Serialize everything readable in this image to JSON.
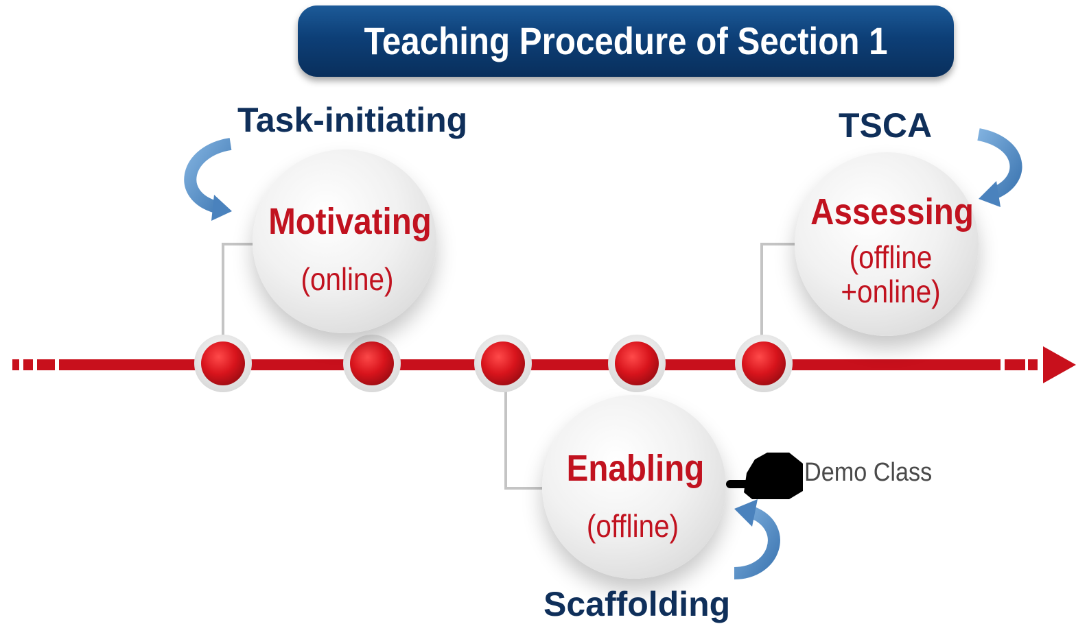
{
  "title": "Teaching Procedure of Section 1",
  "labels": {
    "task_initiating": "Task-initiating",
    "tsca": "TSCA",
    "scaffolding": "Scaffolding"
  },
  "stages": [
    {
      "name": "Motivating",
      "line1": "(online)",
      "line2": ""
    },
    {
      "name": "Enabling",
      "line1": "(offline)",
      "line2": ""
    },
    {
      "name": "Assessing",
      "line1": "(offline",
      "line2": "+online)"
    }
  ],
  "demo_label": "Demo Class",
  "icons": [
    "curved-arrow-icon",
    "pointing-hand-icon",
    "timeline-arrow-icon"
  ],
  "colors": {
    "banner": "#0d3f77",
    "label_blue": "#0f2f5a",
    "stage_red": "#c1121f",
    "timeline_red": "#c8101c",
    "curved_arrow": "#5b8fc4"
  }
}
